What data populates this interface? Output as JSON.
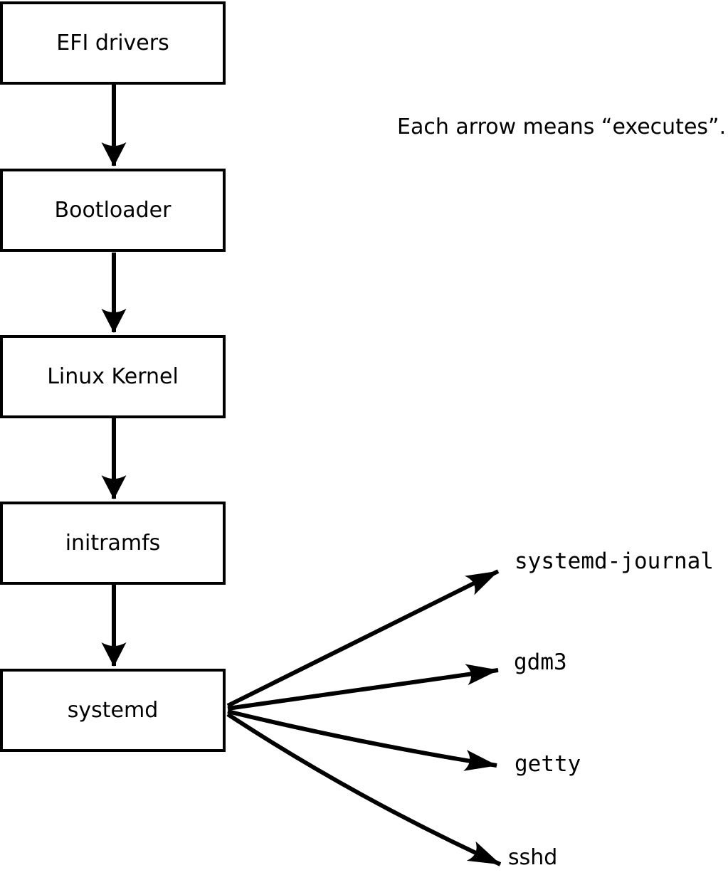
{
  "diagram": {
    "annotation": "Each arrow means “executes”.",
    "arrow_meaning": "executes",
    "boot_chain": [
      {
        "label": "EFI drivers"
      },
      {
        "label": "Bootloader"
      },
      {
        "label": "Linux Kernel"
      },
      {
        "label": "initramfs"
      },
      {
        "label": "systemd"
      }
    ],
    "systemd_targets": [
      {
        "label": "systemd-journal"
      },
      {
        "label": "gdm3"
      },
      {
        "label": "getty"
      },
      {
        "label": "sshd"
      }
    ],
    "colors": {
      "ink": "#000000",
      "background": "#ffffff"
    }
  }
}
